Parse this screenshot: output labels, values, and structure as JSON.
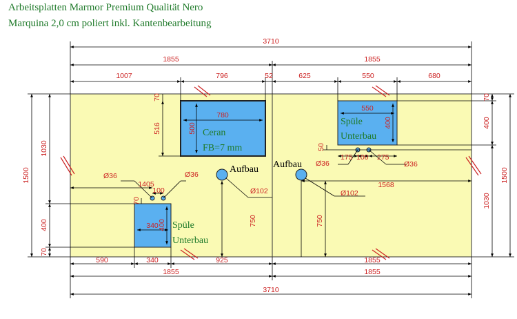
{
  "title": {
    "line1": "Arbeitsplatten Marmor Premium Qualität Nero",
    "line2": "Marquina 2,0 cm poliert inkl. Kantenbearbeitung"
  },
  "top": {
    "overall": "3710",
    "left_half": "1855",
    "right_half": "1855",
    "seg_1007": "1007",
    "seg_796": "796",
    "seg_52": "52",
    "seg_625": "625",
    "seg_550": "550",
    "seg_680": "680"
  },
  "bottom": {
    "seg_590": "590",
    "seg_340": "340",
    "seg_925": "925",
    "seg_1855_right": "1855",
    "left_half": "1855",
    "right_half": "1855",
    "overall": "3710"
  },
  "left": {
    "h1500": "1500",
    "h1030": "1030",
    "h400": "400",
    "h70": "70"
  },
  "right": {
    "h70": "70",
    "h400": "400",
    "h1500": "1500",
    "h1030": "1030"
  },
  "ceran": {
    "label1": "Ceran",
    "label2": "FB=7 mm",
    "w": "780",
    "h": "500",
    "offset_top": "70",
    "offset_516": "516"
  },
  "sink_right": {
    "label1": "Spüle",
    "label2": "Unterbau",
    "w": "550",
    "h": "400",
    "d50": "50",
    "d175": "175",
    "d100": "100",
    "d275": "275",
    "d36a": "Ø36",
    "d36b": "Ø36"
  },
  "sink_left": {
    "label1": "Spüle",
    "label2": "Unterbau",
    "w": "340",
    "h": "400",
    "d70": "70",
    "d1405": "1405",
    "d100": "100",
    "d36a": "Ø36",
    "d36b": "Ø36"
  },
  "aufbau_left": {
    "label": "Aufbau",
    "dia": "Ø102",
    "h750": "750"
  },
  "aufbau_right": {
    "label": "Aufbau",
    "dia": "Ø102",
    "d1568": "1568",
    "h750": "750"
  }
}
